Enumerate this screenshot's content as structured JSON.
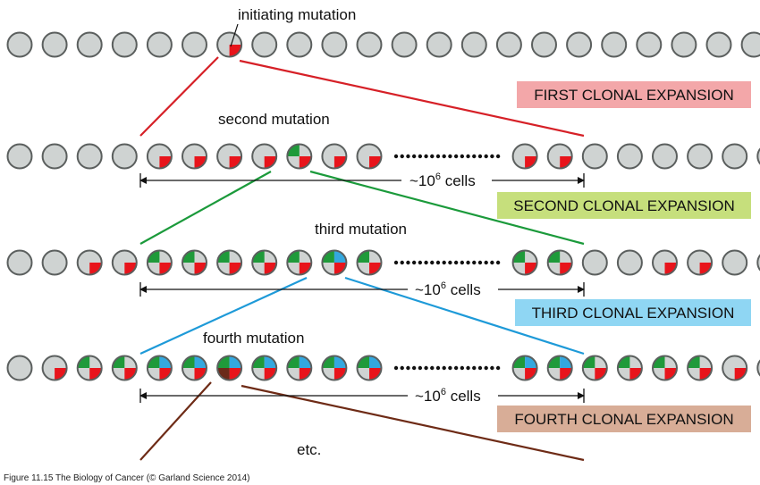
{
  "figure_caption": "Figure 11.15 The Biology of Cancer (© Garland Science 2014)",
  "colors": {
    "cell_fill": "#cfd3d2",
    "cell_stroke": "#5b5f5e",
    "mutation_1": "#e8141b",
    "mutation_2": "#1f9a3a",
    "mutation_3": "#34a8df",
    "mutation_4": "#6b2a1a",
    "line_1": "#d62027",
    "line_2": "#1b9a3b",
    "line_3": "#1e9ad8",
    "line_4": "#6e2b16"
  },
  "annotations": {
    "initiating": "initiating mutation",
    "second": "second mutation",
    "third": "third mutation",
    "fourth": "fourth mutation",
    "etc": "etc.",
    "cells_prefix": "~10",
    "cells_exponent": "6",
    "cells_suffix": " cells"
  },
  "expansions": [
    {
      "label": "FIRST CLONAL EXPANSION",
      "bg": "#f3a7a9"
    },
    {
      "label": "SECOND CLONAL EXPANSION",
      "bg": "#c6df7c"
    },
    {
      "label": "THIRD CLONAL EXPANSION",
      "bg": "#8fd6f3"
    },
    {
      "label": "FOURTH CLONAL EXPANSION",
      "bg": "#d8ad97"
    }
  ],
  "rows": [
    [
      "0",
      "0",
      "0",
      "0",
      "0",
      "0",
      "1",
      "0",
      "0",
      "0",
      "0",
      "0",
      "0",
      "0",
      "0",
      "0",
      "0",
      "0",
      "0",
      "0",
      "0",
      "0"
    ],
    [
      "0",
      "0",
      "0",
      "0",
      "1",
      "1",
      "1",
      "1",
      "12",
      "1",
      "1",
      "...",
      "1",
      "1",
      "0",
      "0",
      "0",
      "0",
      "0",
      "0"
    ],
    [
      "0",
      "0",
      "1",
      "1",
      "12",
      "12",
      "12",
      "12",
      "12",
      "123",
      "12",
      "...",
      "12",
      "12",
      "0",
      "0",
      "1",
      "1",
      "0",
      "0"
    ],
    [
      "0",
      "1",
      "12",
      "12",
      "123",
      "123",
      "1234",
      "123",
      "123",
      "123",
      "123",
      "...",
      "123",
      "123",
      "12",
      "12",
      "12",
      "12",
      "1",
      "0"
    ]
  ]
}
